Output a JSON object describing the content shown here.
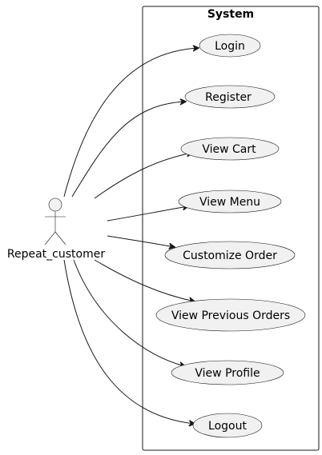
{
  "system": {
    "title": "System"
  },
  "actor": {
    "name": "Repeat_customer"
  },
  "use_cases": [
    {
      "id": "login",
      "label": "Login"
    },
    {
      "id": "register",
      "label": "Register"
    },
    {
      "id": "view-cart",
      "label": "View Cart"
    },
    {
      "id": "view-menu",
      "label": "View Menu"
    },
    {
      "id": "customize-order",
      "label": "Customize Order"
    },
    {
      "id": "view-previous-orders",
      "label": "View Previous Orders"
    },
    {
      "id": "view-profile",
      "label": "View Profile"
    },
    {
      "id": "logout",
      "label": "Logout"
    }
  ],
  "colors": {
    "fill": "#f1f1f1",
    "stroke": "#181818",
    "text": "#000000",
    "background": "#ffffff"
  }
}
